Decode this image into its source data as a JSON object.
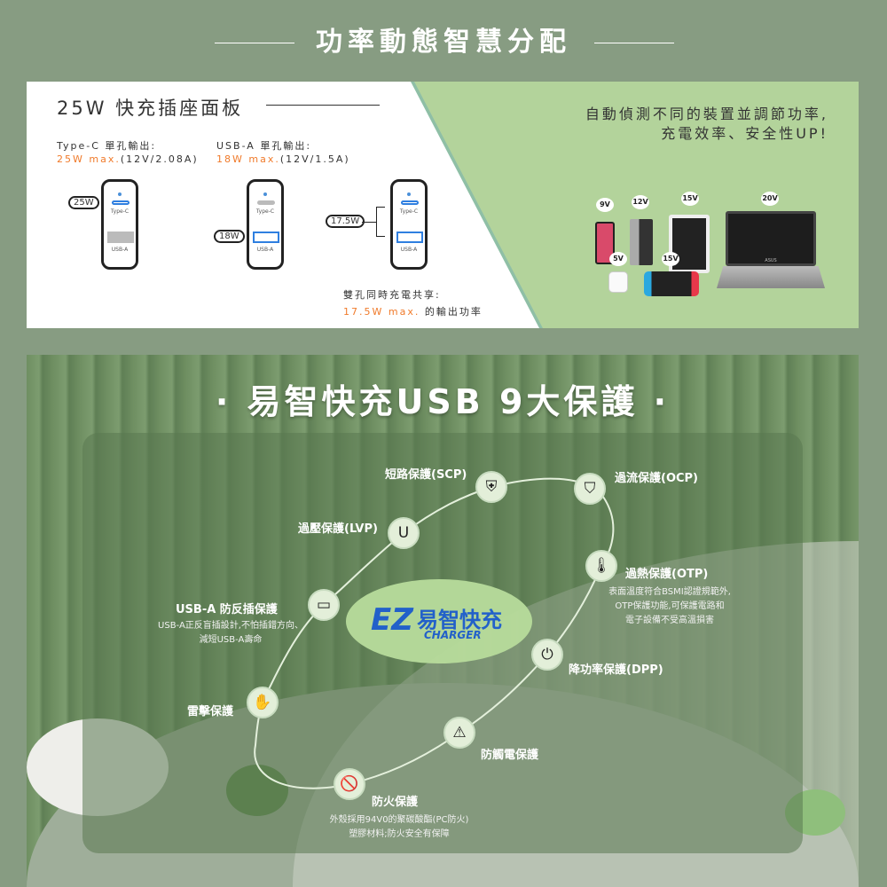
{
  "header": {
    "title": "功率動態智慧分配"
  },
  "panel_top": {
    "title": "25W 快充插座面板",
    "typec": {
      "label": "Type-C 單孔輸出:",
      "max": "25W max.",
      "spec": "(12V/2.08A)",
      "badge": "25W"
    },
    "usba": {
      "label": "USB-A 單孔輸出:",
      "max": "18W max.",
      "spec": "(12V/1.5A)",
      "badge": "18W"
    },
    "dual": {
      "label": "雙孔同時充電共享:",
      "max": "17.5W max.",
      "suffix": "的輸出功率",
      "badge": "17.5W"
    },
    "port_labels": {
      "c": "Type-C",
      "a": "USB-A"
    },
    "right_text": [
      "自動偵測不同的裝置並調節功率,",
      "充電效率、安全性UP!"
    ],
    "devices": [
      {
        "name": "phone",
        "volt": "9V"
      },
      {
        "name": "power-bank",
        "volt": "12V"
      },
      {
        "name": "tablet",
        "volt": "15V"
      },
      {
        "name": "laptop",
        "volt": "20V",
        "brand": "ASUS"
      },
      {
        "name": "earbuds",
        "volt": "5V"
      },
      {
        "name": "game-console",
        "volt": "15V"
      }
    ]
  },
  "protection": {
    "title": "· 易智快充USB 9大保護 ·",
    "logo": {
      "main": "易智快充",
      "sub": "CHARGER",
      "mark": "EZ"
    },
    "items": [
      {
        "label": "短路保護(SCP)"
      },
      {
        "label": "過流保護(OCP)"
      },
      {
        "label": "過壓保護(LVP)"
      },
      {
        "label": "過熱保護(OTP)",
        "desc": [
          "表面溫度符合BSMI認證規範外,",
          "OTP保護功能,可保護電路和",
          "電子設備不受高溫損害"
        ]
      },
      {
        "label": "USB-A 防反插保護",
        "desc": [
          "USB-A正反盲插設計,不怕插錯方向、",
          "減短USB-A壽命"
        ]
      },
      {
        "label": "降功率保護(DPP)"
      },
      {
        "label": "雷擊保護"
      },
      {
        "label": "防觸電保護"
      },
      {
        "label": "防火保護",
        "desc": [
          "外殼採用94V0的聚碳酸酯(PC防火)",
          "塑膠材料;防火安全有保障"
        ]
      }
    ]
  },
  "colors": {
    "accent": "#f07a2a",
    "green": "#b3d39b",
    "port": "#2f7fe0"
  }
}
